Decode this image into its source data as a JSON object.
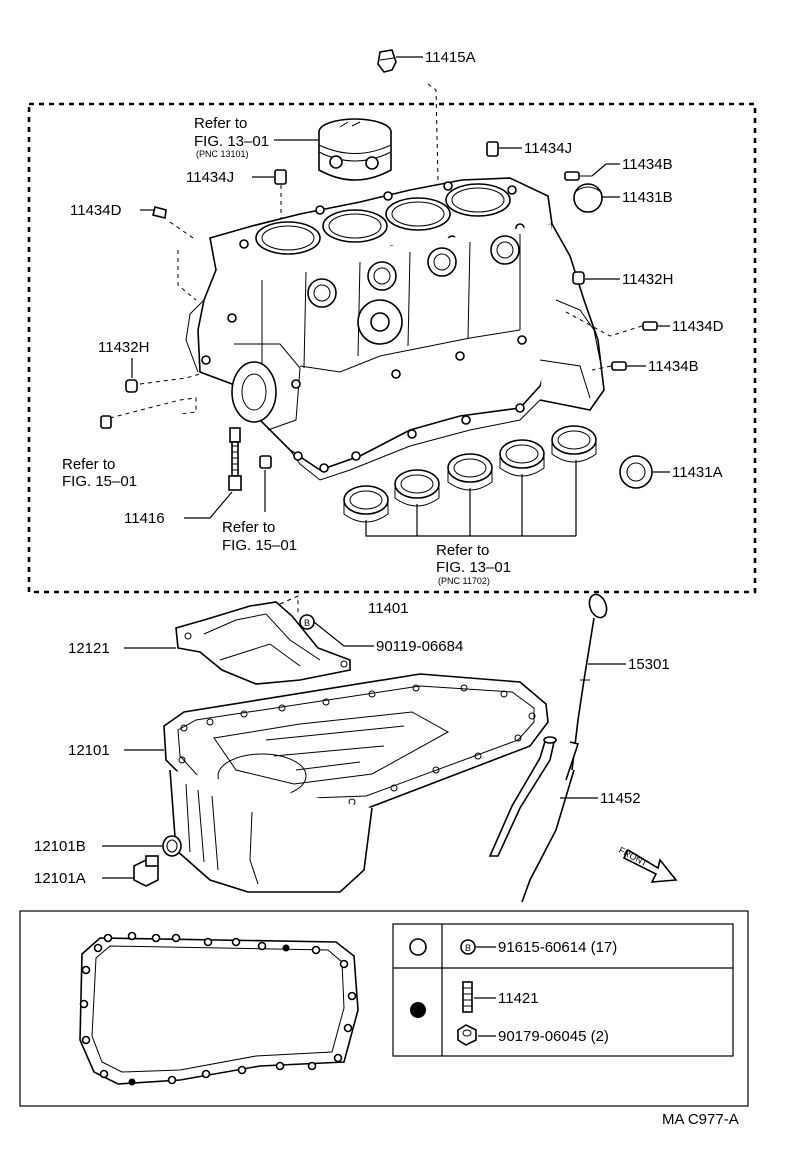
{
  "callouts": {
    "p11415A": "11415A",
    "p11434J_top": "11434J",
    "p11434B_top": "11434B",
    "p11431B": "11431B",
    "p11434J_left": "11434J",
    "p11434D_left": "11434D",
    "p11432H_right": "11432H",
    "p11434D_right": "11434D",
    "p11434B_right": "11434B",
    "p11432H_left": "11432H",
    "p11431A": "11431A",
    "p11416": "11416",
    "p11401": "11401",
    "p12121": "12121",
    "p90119": "90119-06684",
    "p15301": "15301",
    "p12101": "12101",
    "p11452": "11452",
    "p12101B": "12101B",
    "p12101A": "12101A"
  },
  "refs": {
    "piston": {
      "line1": "Refer to",
      "line2": "FIG. 13–01",
      "pnc": "(PNC 13101)"
    },
    "left": {
      "line1": "Refer to",
      "line2": "FIG. 15–01"
    },
    "mid": {
      "line1": "Refer to",
      "line2": "FIG. 15–01"
    },
    "bearings": {
      "line1": "Refer to",
      "line2": "FIG. 13–01",
      "pnc": "(PNC 11702)"
    }
  },
  "symbols": {
    "bolt_marker": "B"
  },
  "front_label": "FRONT",
  "legend": {
    "row1": {
      "symbol": "open-circle",
      "part": "91615-60614 (17)"
    },
    "row2": {
      "symbol": "filled-circle",
      "stud": "11421",
      "nut": "90179-06045 (2)"
    }
  },
  "footer_code": "MA C977-A"
}
